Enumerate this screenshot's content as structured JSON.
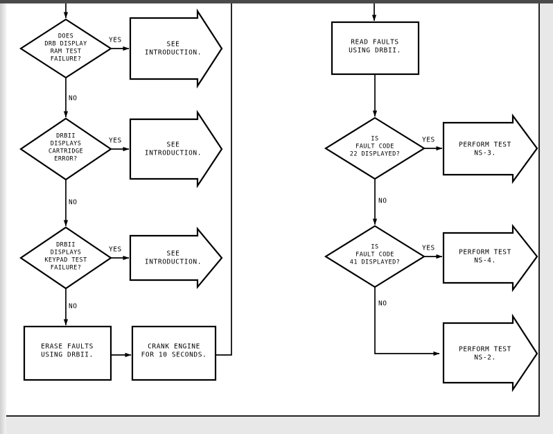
{
  "page": {
    "background_color": "#ffffff",
    "page_border_color": "#222222",
    "outer_background_color": "#e8e8e8",
    "top_bar_color": "#4a4a4a",
    "line_color": "#000000"
  },
  "diagram": {
    "type": "flowchart",
    "title": "",
    "columns": [
      {
        "name": "left-column",
        "nodes": [
          {
            "id": "d1",
            "shape": "decision",
            "lines": [
              "DOES",
              "DRB DISPLAY",
              "RAM TEST",
              "FAILURE?"
            ]
          },
          {
            "id": "a1",
            "shape": "arrow-block",
            "lines": [
              "SEE",
              "INTRODUCTION."
            ]
          },
          {
            "id": "d2",
            "shape": "decision",
            "lines": [
              "DRBII",
              "DISPLAYS",
              "CARTRIDGE",
              "ERROR?"
            ]
          },
          {
            "id": "a2",
            "shape": "arrow-block",
            "lines": [
              "SEE",
              "INTRODUCTION."
            ]
          },
          {
            "id": "d3",
            "shape": "decision",
            "lines": [
              "DRBII",
              "DISPLAYS",
              "KEYPAD TEST",
              "FAILURE?"
            ]
          },
          {
            "id": "a3",
            "shape": "arrow-block",
            "lines": [
              "SEE",
              "INTRODUCTION."
            ]
          },
          {
            "id": "p1",
            "shape": "process",
            "lines": [
              "ERASE FAULTS",
              "USING DRBII."
            ]
          },
          {
            "id": "p2",
            "shape": "process",
            "lines": [
              "CRANK ENGINE",
              "FOR 10 SECONDS."
            ]
          }
        ]
      },
      {
        "name": "right-column",
        "nodes": [
          {
            "id": "p3",
            "shape": "process",
            "lines": [
              "READ FAULTS",
              "USING DRBII."
            ]
          },
          {
            "id": "d4",
            "shape": "decision",
            "lines": [
              "IS",
              "FAULT CODE",
              "22 DISPLAYED?"
            ]
          },
          {
            "id": "a4",
            "shape": "arrow-block",
            "lines": [
              "PERFORM TEST",
              "NS-3."
            ]
          },
          {
            "id": "d5",
            "shape": "decision",
            "lines": [
              "IS",
              "FAULT CODE",
              "41 DISPLAYED?"
            ]
          },
          {
            "id": "a5",
            "shape": "arrow-block",
            "lines": [
              "PERFORM TEST",
              "NS-4."
            ]
          },
          {
            "id": "a6",
            "shape": "arrow-block",
            "lines": [
              "PERFORM TEST",
              "NS-2."
            ]
          }
        ]
      }
    ],
    "edge_labels": {
      "yes_1": "YES",
      "yes_2": "YES",
      "yes_3": "YES",
      "yes_4": "YES",
      "yes_5": "YES",
      "no_1": "NO",
      "no_2": "NO",
      "no_3": "NO",
      "no_4": "NO",
      "no_5": "NO"
    }
  }
}
